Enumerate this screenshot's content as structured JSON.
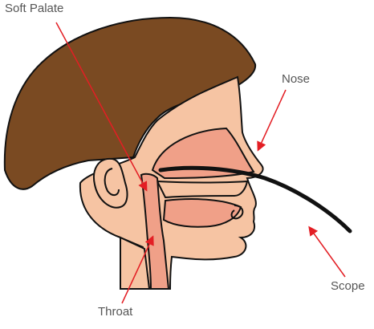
{
  "labels": {
    "soft_palate": "Soft Palate",
    "nose": "Nose",
    "scope": "Scope",
    "throat": "Throat"
  },
  "colors": {
    "hair": "#7a4a22",
    "skin": "#f6c4a3",
    "airway": "#f0a088",
    "outline": "#111111",
    "arrow": "#e31e24",
    "label_text": "#555555"
  }
}
